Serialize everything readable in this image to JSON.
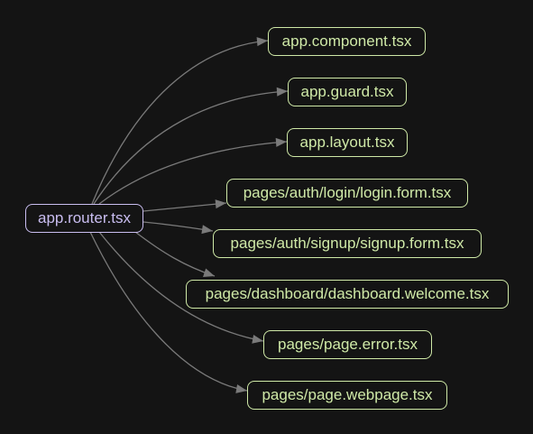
{
  "colors": {
    "background": "#141414",
    "edge": "#7a7a7a",
    "source_node": "#c9bdf0",
    "target_node": "#cfe9a7"
  },
  "graph": {
    "source": {
      "label": "app.router.tsx"
    },
    "targets": [
      {
        "label": "app.component.tsx"
      },
      {
        "label": "app.guard.tsx"
      },
      {
        "label": "app.layout.tsx"
      },
      {
        "label": "pages/auth/login/login.form.tsx"
      },
      {
        "label": "pages/auth/signup/signup.form.tsx"
      },
      {
        "label": "pages/dashboard/dashboard.welcome.tsx"
      },
      {
        "label": "pages/page.error.tsx"
      },
      {
        "label": "pages/page.webpage.tsx"
      }
    ]
  }
}
